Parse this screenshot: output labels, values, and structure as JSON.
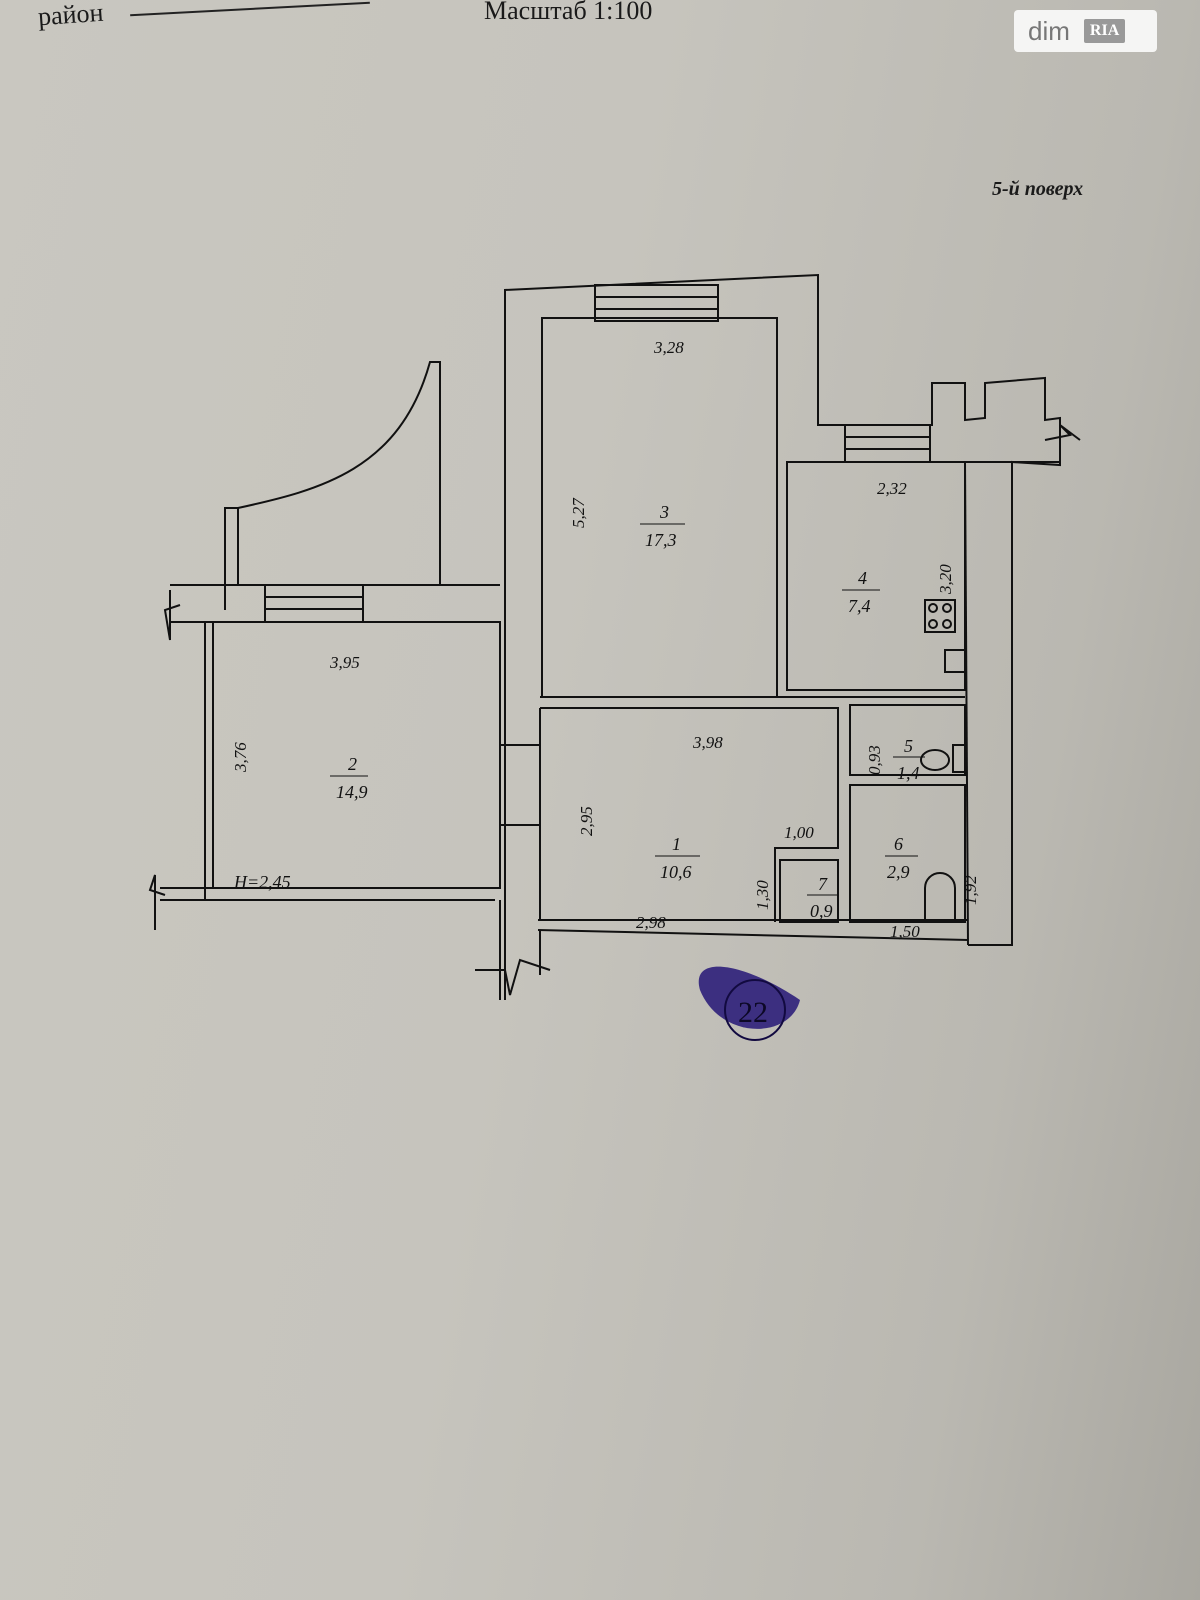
{
  "header": {
    "district_label": "район",
    "scale": "Масштаб 1:100",
    "floor": "5-й поверх"
  },
  "watermark": {
    "brand": "dim",
    "badge": "RIA"
  },
  "ceiling_height": "H=2,45",
  "rooms": [
    {
      "number": "1",
      "area": "10,6"
    },
    {
      "number": "2",
      "area": "14,9"
    },
    {
      "number": "3",
      "area": "17,3"
    },
    {
      "number": "4",
      "area": "7,4"
    },
    {
      "number": "5",
      "area": "1,4"
    },
    {
      "number": "6",
      "area": "2,9"
    },
    {
      "number": "7",
      "area": "0,9"
    }
  ],
  "dimensions": {
    "r3_width": "3,28",
    "r3_length": "5,27",
    "r4_width": "2,32",
    "r4_length": "3,20",
    "r2_width": "3,95",
    "r2_length": "3,76",
    "r1_width_top": "3,98",
    "r1_length": "2,95",
    "r1_width_bottom": "2,98",
    "r7_width": "1,00",
    "r7_length": "1,30",
    "r5_length": "0,93",
    "r6_width": "1,50",
    "r6_bath": "1,92"
  },
  "stamp": {
    "number": "22",
    "color": "#2e1f7a"
  }
}
